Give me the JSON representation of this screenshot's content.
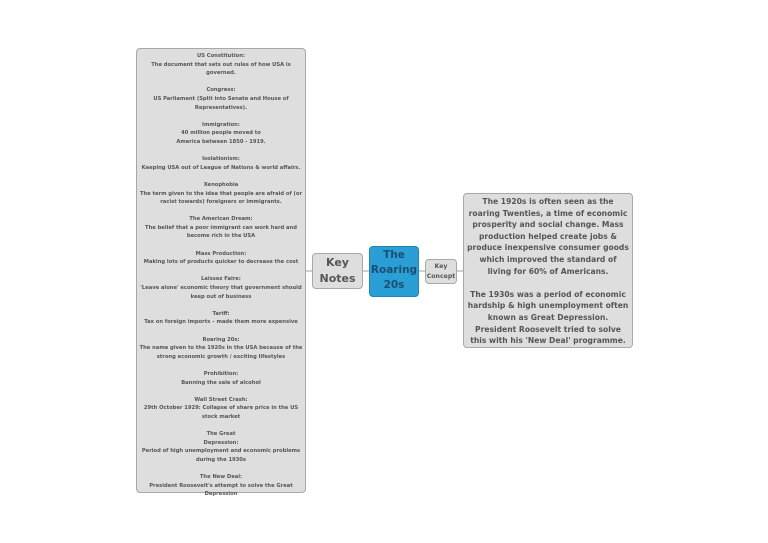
{
  "central_topic": "The\nRoaring\n20s",
  "key_notes_label": "Key\nNotes",
  "key_concept_label": "Key\nConcept",
  "key_notes": [
    {
      "term": "US Constitution:",
      "definition": "The document that sets out rules of how USA is governed."
    },
    {
      "term": "Congress:",
      "definition": "US Parliament (Split into Senate and House of\nRepresentatives)."
    },
    {
      "term": "Immigration:",
      "definition": "40 million people moved to\nAmerica between 1850 - 1919."
    },
    {
      "term": "Isolationism:",
      "definition": "Keeping USA out of League of Nations & world affairs."
    },
    {
      "term": "Xenophobia",
      "definition": "The term given to the idea that people are afraid of (or\nracist towards) foreigners or immigrants."
    },
    {
      "term": "The American Dream:",
      "definition": "The belief that a poor immigrant can work hard and\nbecome rich in the USA"
    },
    {
      "term": "Mass Production:",
      "definition": "Making lots of products quicker to decrease the cost"
    },
    {
      "term": "Laissez Faire:",
      "definition": "'Leave alone' economic theory that government should\nkeep out of business"
    },
    {
      "term": "Tariff:",
      "definition": "Tax on foreign imports – made them more expensive"
    },
    {
      "term": "Roaring 20s:",
      "definition": "The name given to the 1920s in the USA because of the\nstrong economic growth / exciting lifestyles"
    },
    {
      "term": "Prohibition:",
      "definition": "Banning the sale of alcohol"
    },
    {
      "term": "Wall Street Crash:",
      "definition": "29th October 1929: Collapse of share price in the US\nstock market"
    },
    {
      "term": "The Great\nDepression:",
      "definition": "Period of high unemployment and economic problems\nduring the 1930s"
    },
    {
      "term": "The New Deal:",
      "definition": "President Roosevelt's attempt to solve the Great\nDepression"
    }
  ],
  "key_concept": {
    "paragraph_1": "The 1920s is often seen as the roaring Twenties, a time of economic prosperity and social change. Mass production helped create jobs & produce inexpensive consumer goods which improved the standard of living for 60% of Americans.",
    "paragraph_2": "The 1930s was a period of economic hardship & high unemployment often known as Great Depression. President Roosevelt tried to solve this with his 'New Deal' programme."
  },
  "colors": {
    "central_fill": "#2a9fd6",
    "node_fill": "#dedede",
    "node_border": "#a8a8a8",
    "text": "#555555"
  }
}
